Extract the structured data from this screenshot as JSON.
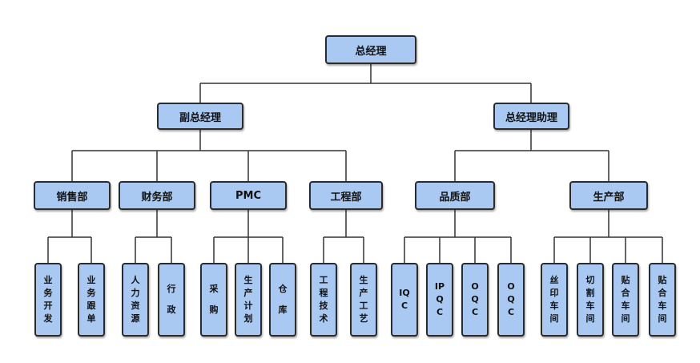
{
  "org": {
    "root": "总经理",
    "l1": [
      "副总经理",
      "总经理助理"
    ],
    "l2": [
      "销售部",
      "财务部",
      "PMC",
      "工程部",
      "品质部",
      "生产部"
    ],
    "l3": [
      "业务开发",
      "业务跟单",
      "人力资源",
      "行政",
      "采购",
      "生产计划",
      "仓库",
      "工程技术",
      "生产工艺",
      "IQC",
      "IPQC",
      "OQC",
      "OQC",
      "丝印车间",
      "切割车间",
      "贴合车间",
      "贴合车间"
    ]
  },
  "colors": {
    "box_fill": "#a9c9f2",
    "border": "#2b2b2b",
    "line": "#333333"
  }
}
